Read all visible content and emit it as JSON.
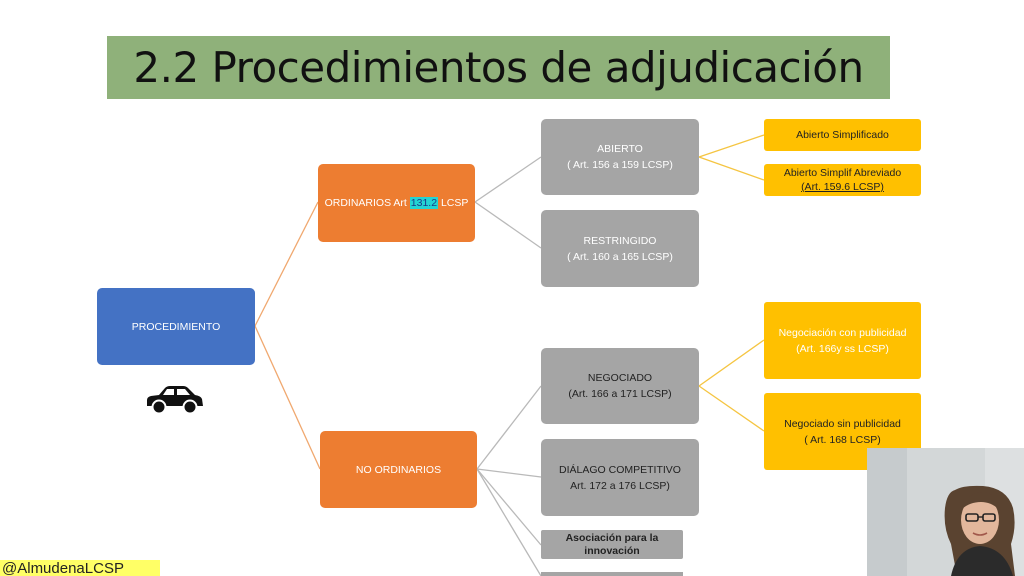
{
  "title": "2.2 Procedimientos de adjudicación",
  "nodes": {
    "procedimiento": "PROCEDIMIENTO",
    "ordinarios": {
      "pre": "ORDINARIOS Art ",
      "highlight": "131.2",
      "post": " LCSP"
    },
    "no_ordinarios": "NO ORDINARIOS",
    "abierto": {
      "line1": "ABIERTO",
      "line2": "( Art. 156 a 159 LCSP)"
    },
    "restringido": {
      "line1": "RESTRINGIDO",
      "line2": "( Art. 160 a 165 LCSP)"
    },
    "negociado": {
      "line1": "NEGOCIADO",
      "line2": "(Art. 166 a 171 LCSP)"
    },
    "dialogo": {
      "line1": "DIÁLAGO COMPETITIVO",
      "line2": "Art. 172 a 176 LCSP)"
    },
    "asociacion": {
      "line1": "Asociación para la",
      "line2": "innovación"
    },
    "abierto_simplificado": "Abierto Simplificado",
    "abierto_simplif_abreviado": {
      "line1": "Abierto Simplif Abreviado",
      "line2": "(Art. 159.6 LCSP)"
    },
    "negociacion_con_publicidad": {
      "line1": "Negociación  con publicidad",
      "line2": "(Art. 166y ss LCSP)"
    },
    "negociado_sin_publicidad": {
      "line1": "Negociado sin publicidad",
      "line2": "( Art. 168 LCSP)"
    }
  },
  "handle": "@AlmudenaLCSP",
  "icons": {
    "car": "car-icon",
    "presenter": "webcam-presenter"
  },
  "colors": {
    "title_bg": "#8fb17a",
    "root": "#4472c4",
    "level1": "#ed7d31",
    "level2": "#a5a5a5",
    "level3": "#ffc000",
    "highlight": "#23d4d4",
    "connector_orange": "#f0a86f",
    "connector_gray": "#b9b9b9",
    "connector_yellow": "#f5c542"
  }
}
